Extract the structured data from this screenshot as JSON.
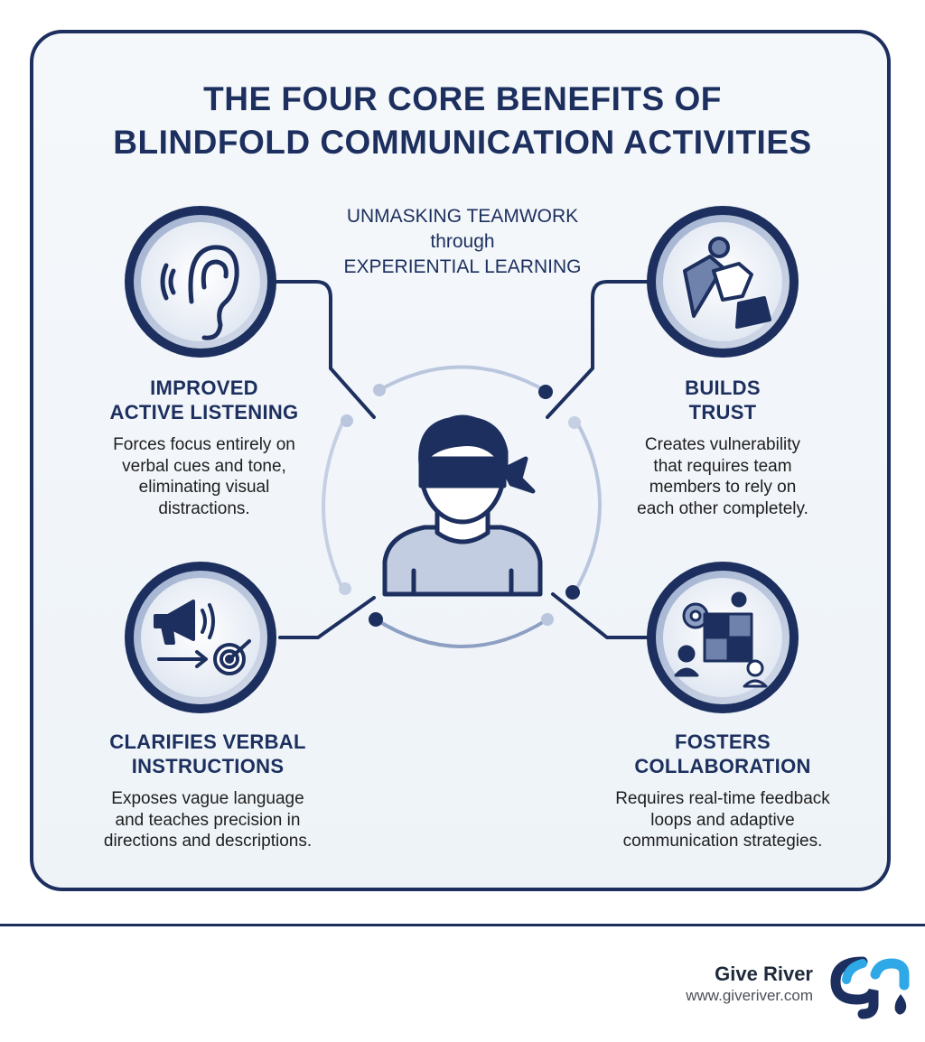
{
  "title": {
    "line1": "THE FOUR CORE BENEFITS OF",
    "line2": "BLINDFOLD COMMUNICATION ACTIVITIES"
  },
  "subtitle": {
    "line1": "UNMASKING TEAMWORK",
    "line2": "through",
    "line3": "EXPERIENTIAL LEARNING"
  },
  "benefits": [
    {
      "heading": [
        "IMPROVED",
        "ACTIVE LISTENING"
      ],
      "description": [
        "Forces focus entirely on",
        "verbal cues and tone,",
        "eliminating visual",
        "distractions."
      ],
      "icon": "ear-icon"
    },
    {
      "heading": [
        "BUILDS",
        "TRUST"
      ],
      "description": [
        "Creates vulnerability",
        "that requires team",
        "members to rely on",
        "each other completely."
      ],
      "icon": "handshake-icon"
    },
    {
      "heading": [
        "CLARIFIES VERBAL",
        "INSTRUCTIONS"
      ],
      "description": [
        "Exposes vague language",
        "and teaches precision in",
        "directions and descriptions."
      ],
      "icon": "megaphone-target-icon"
    },
    {
      "heading": [
        "FOSTERS",
        "COLLABORATION"
      ],
      "description": [
        "Requires real-time feedback",
        "loops and adaptive",
        "communication strategies."
      ],
      "icon": "puzzle-gears-icon"
    }
  ],
  "center_icon": "blindfolded-person-icon",
  "colors": {
    "navy": "#1c2f5e",
    "light_blue": "#b9c6de",
    "background": "#eef3f8"
  },
  "footer": {
    "brand": "Give River",
    "url": "www.giveriver.com",
    "logo_icon": "give-river-logo-icon"
  }
}
